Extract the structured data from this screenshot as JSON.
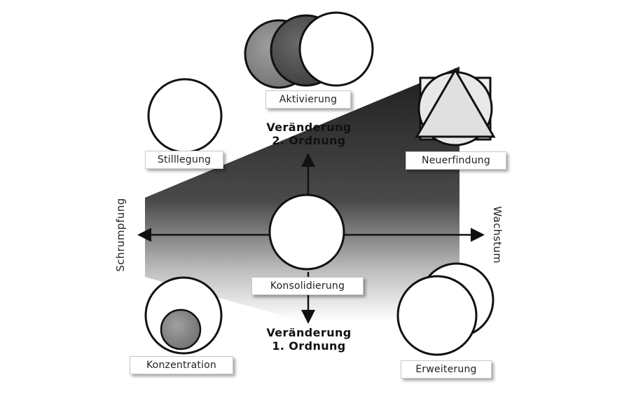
{
  "diagram": {
    "quadrants": {
      "top_left": "Stilllegung",
      "top_center": "Aktivierung",
      "top_right": "Neuerfindung",
      "center": "Konsolidierung",
      "bottom_left": "Konzentration",
      "bottom_right": "Erweiterung"
    },
    "headings": {
      "second_order": {
        "line1": "Veränderung",
        "line2": "2. Ordnung"
      },
      "first_order": {
        "line1": "Veränderung",
        "line2": "1. Ordnung"
      }
    },
    "axes": {
      "left": "Schrumpfung",
      "right": "Wachstum"
    }
  },
  "colors": {
    "ink": "#111111",
    "wedge_dark": "#2a2a2a",
    "circle_fill_dark": "#5a5a5a",
    "circle_fill_mid": "#8a8a8a",
    "circle_fill_light": "#ffffff"
  }
}
